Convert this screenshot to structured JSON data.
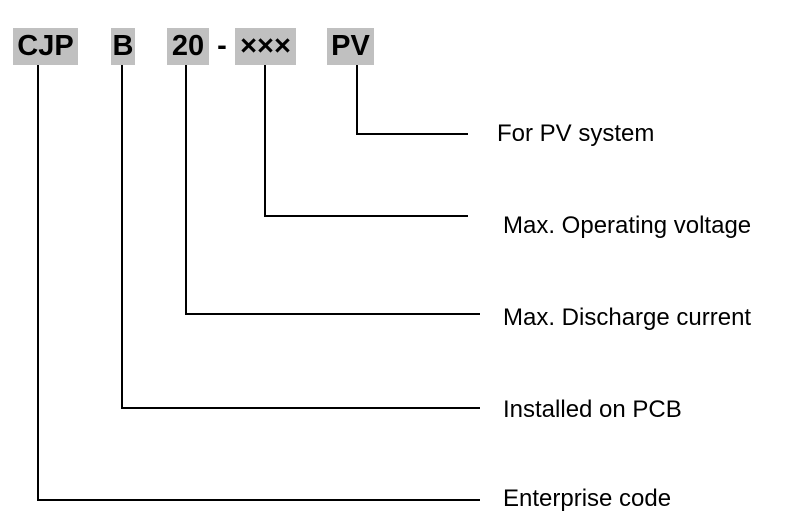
{
  "code_parts": {
    "enterprise": "CJP",
    "mounting": "B",
    "current": "20",
    "separator": "-",
    "voltage": "×××",
    "application": "PV"
  },
  "descriptions": {
    "application": "For PV system",
    "voltage": "Max. Operating voltage",
    "current": "Max. Discharge current",
    "mounting": "Installed on PCB",
    "enterprise": "Enterprise code"
  },
  "colors": {
    "box_fill": "#c0c0c0",
    "line": "#000000",
    "text": "#000000"
  }
}
